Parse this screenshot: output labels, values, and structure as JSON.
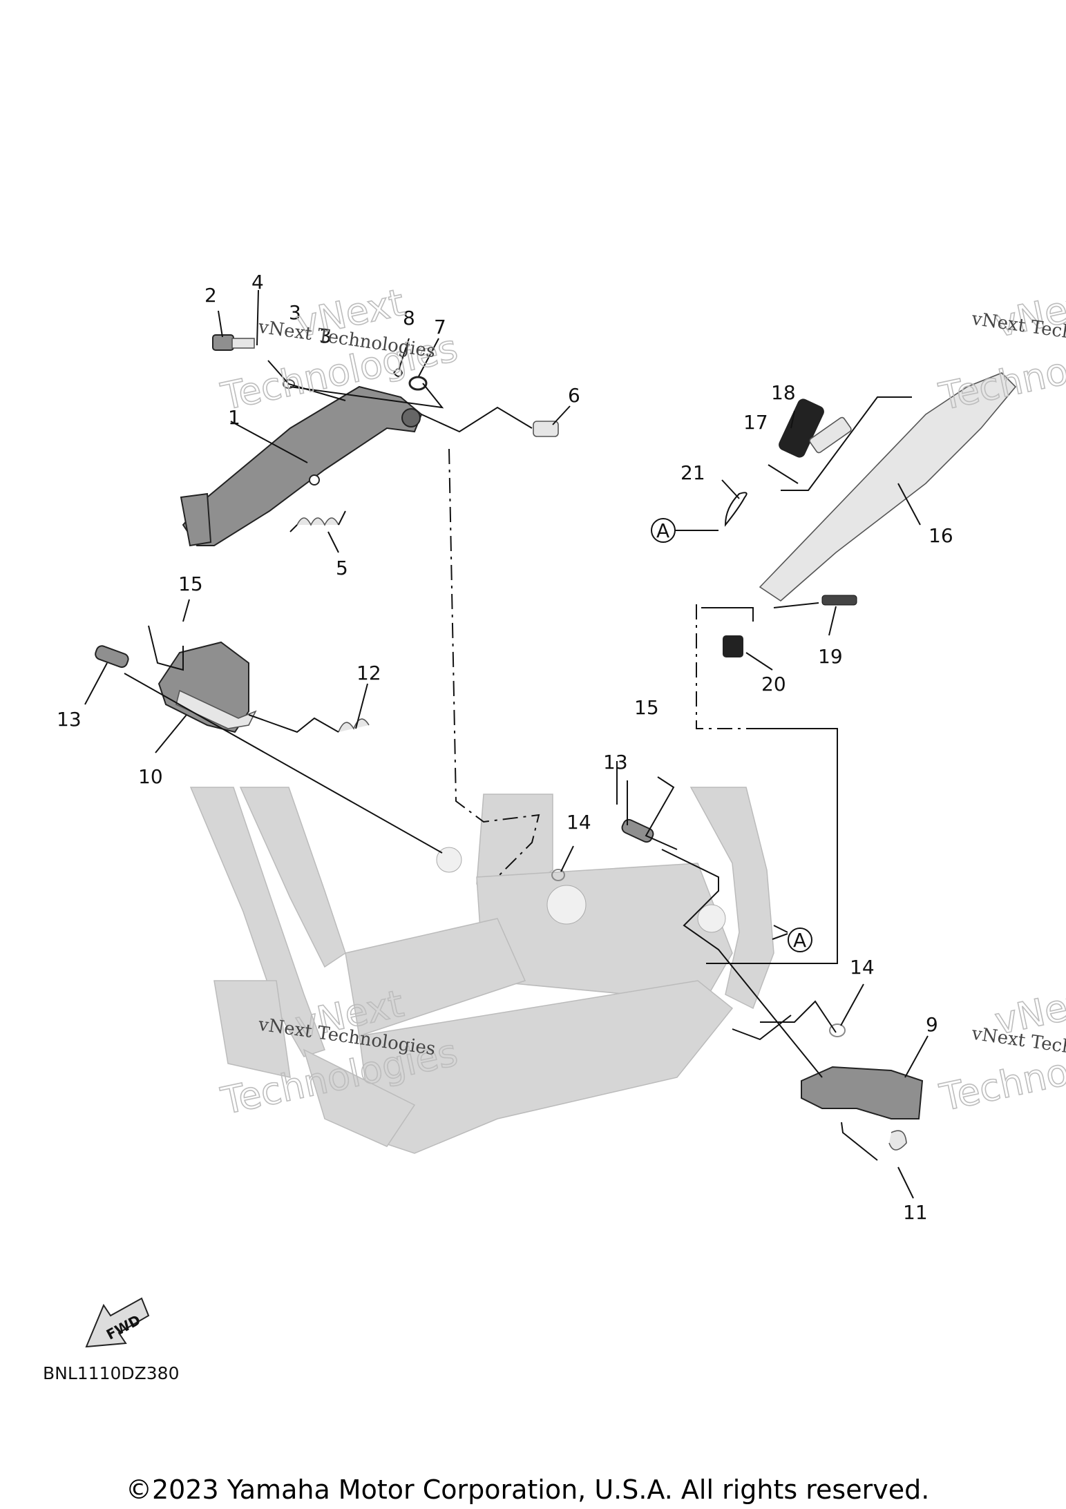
{
  "diagram": {
    "callouts": [
      "1",
      "2",
      "3",
      "4",
      "5",
      "6",
      "7",
      "8",
      "9",
      "10",
      "11",
      "12",
      "13",
      "14",
      "15",
      "16",
      "17",
      "18",
      "19",
      "20",
      "21"
    ],
    "callout_3b": "3",
    "callout_13b": "13",
    "callout_14b": "14",
    "callout_15b": "15",
    "ref_marker": "A",
    "fwd_label": "FWD",
    "diagram_code": "BNL1110DZ380",
    "copyright": "©2023 Yamaha Motor Corporation, U.S.A. All rights reserved."
  },
  "watermark": {
    "brand_top": "vNext",
    "brand_bottom": "Technologies",
    "line": "vNext Technologies"
  },
  "colors": {
    "frame": "#d6d6d6",
    "part_dark": "#8f8f8f",
    "line": "#111111"
  }
}
